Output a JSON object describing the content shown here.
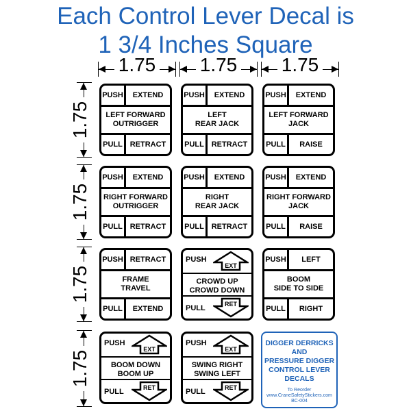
{
  "title": {
    "line1": "Each Control Lever Decal is",
    "line2": "1 3/4 Inches Square"
  },
  "dimensions": {
    "top": [
      "1.75",
      "1.75",
      "1.75"
    ],
    "left": [
      "1.75",
      "1.75",
      "1.75",
      "1.75"
    ]
  },
  "decals": [
    {
      "top_left": "PUSH",
      "top_right": "EXTEND",
      "middle": [
        "LEFT FORWARD",
        "OUTRIGGER"
      ],
      "bottom_left": "PULL",
      "bottom_right": "RETRACT"
    },
    {
      "top_left": "PUSH",
      "top_right": "EXTEND",
      "middle": [
        "LEFT",
        "REAR JACK"
      ],
      "bottom_left": "PULL",
      "bottom_right": "RETRACT"
    },
    {
      "top_left": "PUSH",
      "top_right": "EXTEND",
      "middle": [
        "LEFT FORWARD",
        "JACK"
      ],
      "bottom_left": "PULL",
      "bottom_right": "RAISE"
    },
    {
      "top_left": "PUSH",
      "top_right": "EXTEND",
      "middle": [
        "RIGHT FORWARD",
        "OUTRIGGER"
      ],
      "bottom_left": "PULL",
      "bottom_right": "RETRACT"
    },
    {
      "top_left": "PUSH",
      "top_right": "EXTEND",
      "middle": [
        "RIGHT",
        "REAR JACK"
      ],
      "bottom_left": "PULL",
      "bottom_right": "RETRACT"
    },
    {
      "top_left": "PUSH",
      "top_right": "EXTEND",
      "middle": [
        "RIGHT FORWARD",
        "JACK"
      ],
      "bottom_left": "PULL",
      "bottom_right": "RAISE"
    },
    {
      "top_left": "PUSH",
      "top_right": "RETRACT",
      "middle": [
        "FRAME",
        "TRAVEL"
      ],
      "bottom_left": "PULL",
      "bottom_right": "EXTEND"
    },
    {
      "top_left": "PUSH",
      "top_right": "LEFT",
      "middle": [
        "BOOM",
        "SIDE TO SIDE"
      ],
      "bottom_left": "PULL",
      "bottom_right": "RIGHT"
    }
  ],
  "arrow_decals": [
    {
      "push": "PUSH",
      "up": "EXT",
      "middle": [
        "CROWD UP",
        "CROWD DOWN"
      ],
      "pull": "PULL",
      "down": "RET"
    },
    {
      "push": "PUSH",
      "up": "EXT",
      "middle": [
        "BOOM DOWN",
        "BOOM UP"
      ],
      "pull": "PULL",
      "down": "RET"
    },
    {
      "push": "PUSH",
      "up": "EXT",
      "middle": [
        "SWING RIGHT",
        "SWING LEFT"
      ],
      "pull": "PULL",
      "down": "RET"
    }
  ],
  "info_card": {
    "heading": [
      "DIGGER DERRICKS",
      "AND",
      "PRESSURE DIGGER",
      "CONTROL LEVER",
      "DECALS"
    ],
    "reorder": "To Reorder",
    "website": "www.CraneSafetyStickers.com",
    "code": "BC-004"
  },
  "colors": {
    "accent": "#1f63b8",
    "ink": "#000000"
  }
}
